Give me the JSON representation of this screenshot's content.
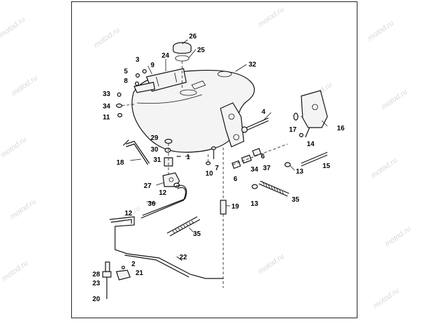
{
  "watermark": "motod.ru",
  "callouts": [
    {
      "id": "c1",
      "label": "1"
    },
    {
      "id": "c2",
      "label": "2"
    },
    {
      "id": "c3",
      "label": "3"
    },
    {
      "id": "c4",
      "label": "4"
    },
    {
      "id": "c5",
      "label": "5"
    },
    {
      "id": "c6a",
      "label": "6"
    },
    {
      "id": "c6b",
      "label": "6"
    },
    {
      "id": "c7",
      "label": "7"
    },
    {
      "id": "c8",
      "label": "8"
    },
    {
      "id": "c9",
      "label": "9"
    },
    {
      "id": "c10",
      "label": "10"
    },
    {
      "id": "c11",
      "label": "11"
    },
    {
      "id": "c12a",
      "label": "12"
    },
    {
      "id": "c12b",
      "label": "12"
    },
    {
      "id": "c13a",
      "label": "13"
    },
    {
      "id": "c13b",
      "label": "13"
    },
    {
      "id": "c14",
      "label": "14"
    },
    {
      "id": "c15",
      "label": "15"
    },
    {
      "id": "c16",
      "label": "16"
    },
    {
      "id": "c17",
      "label": "17"
    },
    {
      "id": "c18",
      "label": "18"
    },
    {
      "id": "c19",
      "label": "19"
    },
    {
      "id": "c20",
      "label": "20"
    },
    {
      "id": "c21",
      "label": "21"
    },
    {
      "id": "c22",
      "label": "22"
    },
    {
      "id": "c23",
      "label": "23"
    },
    {
      "id": "c24",
      "label": "24"
    },
    {
      "id": "c25",
      "label": "25"
    },
    {
      "id": "c26",
      "label": "26"
    },
    {
      "id": "c27",
      "label": "27"
    },
    {
      "id": "c28",
      "label": "28"
    },
    {
      "id": "c29",
      "label": "29"
    },
    {
      "id": "c30",
      "label": "30"
    },
    {
      "id": "c31",
      "label": "31"
    },
    {
      "id": "c32",
      "label": "32"
    },
    {
      "id": "c33",
      "label": "33"
    },
    {
      "id": "c34a",
      "label": "34"
    },
    {
      "id": "c34b",
      "label": "34"
    },
    {
      "id": "c35a",
      "label": "35"
    },
    {
      "id": "c35b",
      "label": "35"
    },
    {
      "id": "c36",
      "label": "36"
    },
    {
      "id": "c37",
      "label": "37"
    }
  ]
}
